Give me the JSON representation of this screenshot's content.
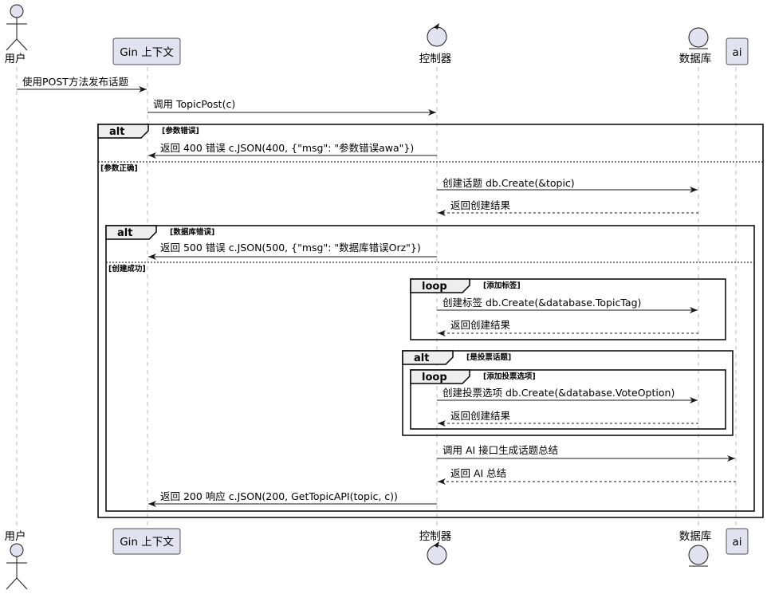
{
  "participants": [
    {
      "id": "user",
      "label": "用户",
      "kind": "actor"
    },
    {
      "id": "gin",
      "label": "Gin 上下文",
      "kind": "participant"
    },
    {
      "id": "ctrl",
      "label": "控制器",
      "kind": "control"
    },
    {
      "id": "db",
      "label": "数据库",
      "kind": "entity"
    },
    {
      "id": "ai",
      "label": "ai",
      "kind": "participant"
    }
  ],
  "messages": [
    {
      "from": "user",
      "to": "gin",
      "text": "使用POST方法发布话题",
      "style": "solid"
    },
    {
      "from": "gin",
      "to": "ctrl",
      "text": "调用 TopicPost(c)",
      "style": "solid"
    },
    {
      "from": "ctrl",
      "to": "gin",
      "text": "返回 400 错误 c.JSON(400, {\"msg\": \"参数错误awa\"})",
      "style": "solid"
    },
    {
      "from": "ctrl",
      "to": "db",
      "text": "创建话题 db.Create(&topic)",
      "style": "solid"
    },
    {
      "from": "db",
      "to": "ctrl",
      "text": "返回创建结果",
      "style": "dashed"
    },
    {
      "from": "ctrl",
      "to": "gin",
      "text": "返回 500 错误 c.JSON(500, {\"msg\": \"数据库错误Orz\"})",
      "style": "solid"
    },
    {
      "from": "ctrl",
      "to": "db",
      "text": "创建标签 db.Create(&database.TopicTag)",
      "style": "solid"
    },
    {
      "from": "db",
      "to": "ctrl",
      "text": "返回创建结果",
      "style": "dashed"
    },
    {
      "from": "ctrl",
      "to": "db",
      "text": "创建投票选项 db.Create(&database.VoteOption)",
      "style": "solid"
    },
    {
      "from": "db",
      "to": "ctrl",
      "text": "返回创建结果",
      "style": "dashed"
    },
    {
      "from": "ctrl",
      "to": "ai",
      "text": "调用 AI 接口生成话题总结",
      "style": "solid"
    },
    {
      "from": "ai",
      "to": "ctrl",
      "text": "返回 AI 总结",
      "style": "dashed"
    },
    {
      "from": "ctrl",
      "to": "gin",
      "text": "返回 200 响应 c.JSON(200, GetTopicAPI(topic, c))",
      "style": "solid"
    }
  ],
  "fragments": [
    {
      "keyword": "alt",
      "guard": "[参数错误]",
      "else_guard": "[参数正确]"
    },
    {
      "keyword": "alt",
      "guard": "[数据库错误]",
      "else_guard": "[创建成功]"
    },
    {
      "keyword": "loop",
      "guard": "[添加标签]"
    },
    {
      "keyword": "alt",
      "guard": "[是投票话题]"
    },
    {
      "keyword": "loop",
      "guard": "[添加投票选项]"
    }
  ]
}
